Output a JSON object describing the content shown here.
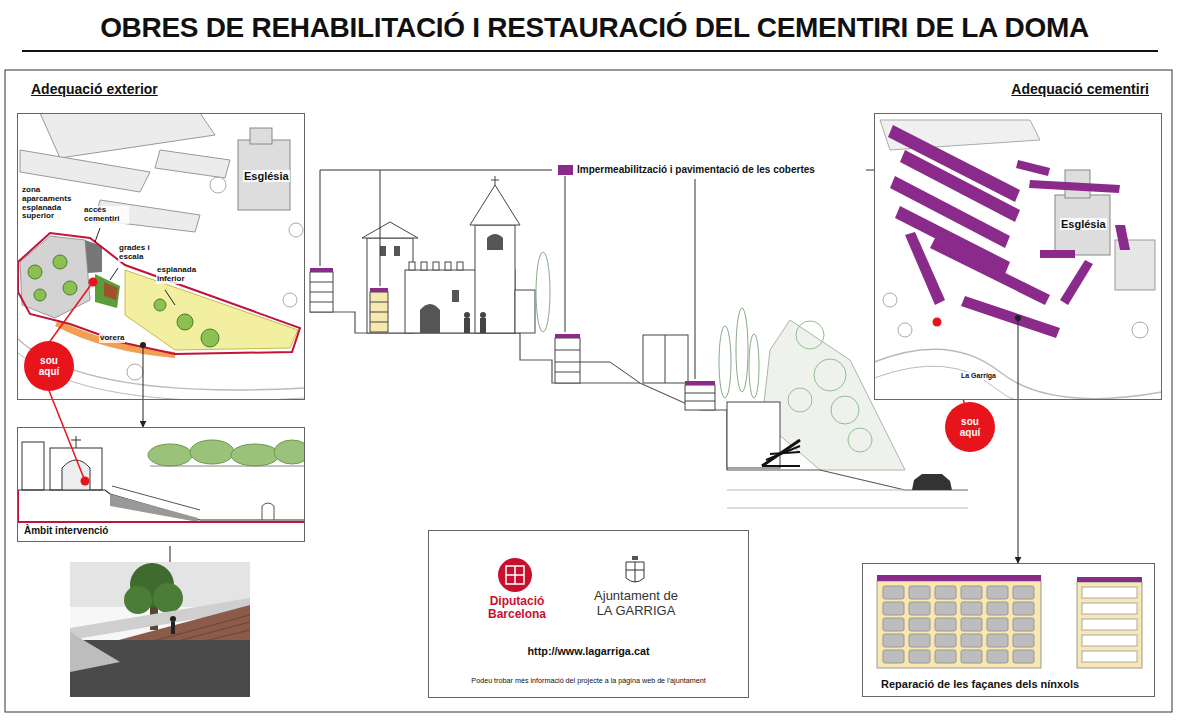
{
  "diagram": {
    "title": "OBRES DE REHABILITACIÓ I RESTAURACIÓ DEL CEMENTIRI DE LA DOMA",
    "nodes": [
      {
        "text": [
          "Adequació exterior"
        ]
      },
      {
        "text": [
          "sou aquí"
        ],
        "in": 0
      },
      {
        "text": [
          "Àmbit intervenció"
        ]
      },
      {
        "text": [
          "Adequació cementiri"
        ]
      },
      {
        "text": [
          "sou aquí"
        ]
      },
      {
        "text": [
          "Diputació Barcelona",
          "Ajuntament de LA GARRIGA",
          "http://www.lagarriga.cat",
          "Podeu trobar més informació del projecte a la pàgina web de l'ajuntament"
        ]
      },
      {
        "text": [
          "Reparació de les façanes dels nínxols"
        ]
      }
    ],
    "edges": [
      {
        "from": 0,
        "to": 2,
        "arrow": "to"
      },
      {
        "from": 3,
        "to": 6,
        "arrow": "to"
      }
    ],
    "labels": [
      "Església",
      "zona aparcaments esplanada superior",
      "accés cementiri",
      "grades i escala",
      "esplanada inferior",
      "vorera",
      "Església",
      "La Garriga"
    ],
    "legend": [
      {
        "text": "Impermeabilització i pavimentació de les cobertes",
        "color": "#8a2b8c"
      }
    ]
  }
}
